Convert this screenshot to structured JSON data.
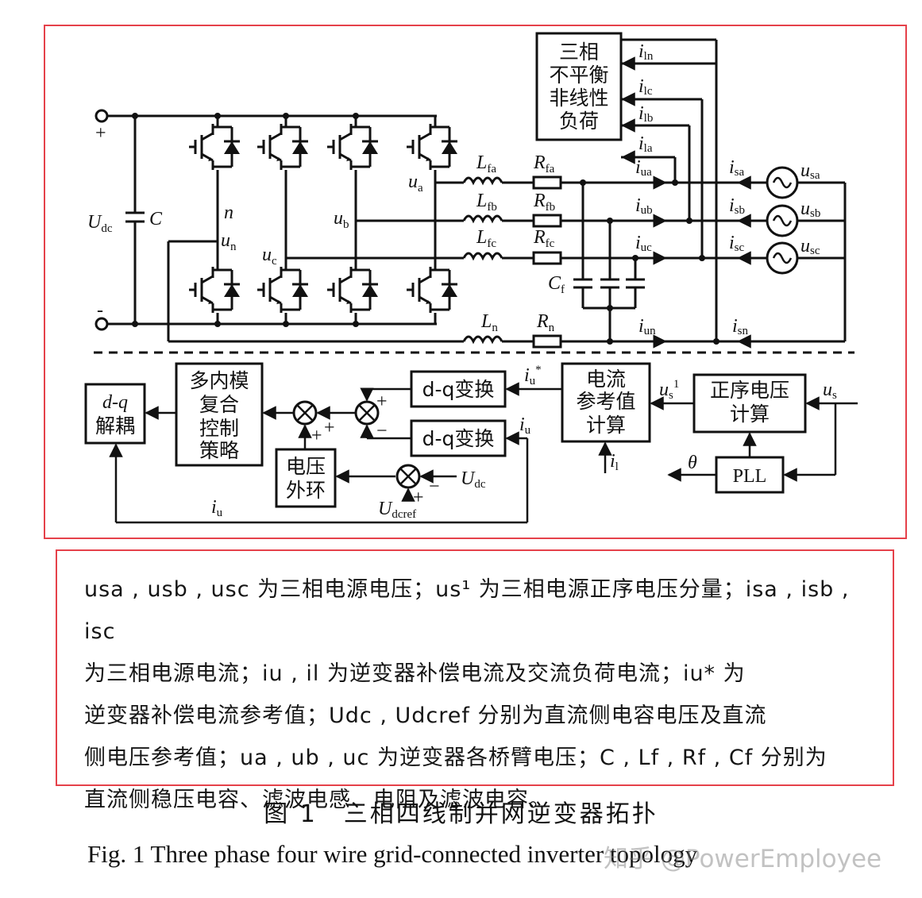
{
  "colors": {
    "frame": "#e5414a",
    "line": "#111111"
  },
  "circuit": {
    "plus": "+",
    "minus": "-",
    "udc_main": "U",
    "udc_sub": "dc",
    "cap_c": "C",
    "node_n": "n",
    "un_main": "u",
    "un_sub": "n",
    "ua_main": "u",
    "ua_sub": "a",
    "ub_main": "u",
    "ub_sub": "b",
    "uc_main": "u",
    "uc_sub": "c",
    "lfa_main": "L",
    "lfa_sub": "fa",
    "lfb_main": "L",
    "lfb_sub": "fb",
    "lfc_main": "L",
    "lfc_sub": "fc",
    "ln_main": "L",
    "ln_sub": "n",
    "rfa_main": "R",
    "rfa_sub": "fa",
    "rfb_main": "R",
    "rfb_sub": "fb",
    "rfc_main": "R",
    "rfc_sub": "fc",
    "rn_main": "R",
    "rn_sub": "n",
    "cf_main": "C",
    "cf_sub": "f",
    "iua_main": "i",
    "iua_sub": "ua",
    "iub_main": "i",
    "iub_sub": "ub",
    "iuc_main": "i",
    "iuc_sub": "uc",
    "iun_main": "i",
    "iun_sub": "un",
    "isa_main": "i",
    "isa_sub": "sa",
    "isb_main": "i",
    "isb_sub": "sb",
    "isc_main": "i",
    "isc_sub": "sc",
    "isn_main": "i",
    "isn_sub": "sn",
    "usa_main": "u",
    "usa_sub": "sa",
    "usb_main": "u",
    "usb_sub": "sb",
    "usc_main": "u",
    "usc_sub": "sc",
    "iln_main": "i",
    "iln_sub": "ln",
    "ilc_main": "i",
    "ilc_sub": "lc",
    "ilb_main": "i",
    "ilb_sub": "lb",
    "ila_main": "i",
    "ila_sub": "la",
    "load_line1": "三相",
    "load_line2": "不平衡",
    "load_line3": "非线性",
    "load_line4": "负荷"
  },
  "control": {
    "dq_decouple_1": "d-q",
    "dq_decouple_2": "解耦",
    "multi_1": "多内模",
    "multi_2": "复合",
    "multi_3": "控制",
    "multi_4": "策略",
    "dq_transform_1": "d-q变换",
    "dq_transform_2": "d-q变换",
    "current_ref_1": "电流",
    "current_ref_2": "参考值",
    "current_ref_3": "计算",
    "pos_seq_1": "正序电压",
    "pos_seq_2": "计算",
    "pll": "PLL",
    "voltage_loop_1": "电压",
    "voltage_loop_2": "外环",
    "iu_star_main": "i",
    "iu_star_sub": "u",
    "iu_star_sup": "*",
    "iu_main": "i",
    "iu_sub": "u",
    "us1_main": "u",
    "us1_sub": "s",
    "us1_sup": "1",
    "us_main": "u",
    "us_sub": "s",
    "il_main": "i",
    "il_sub": "l",
    "theta": "θ",
    "udc_main": "U",
    "udc_sub": "dc",
    "udcref_main": "U",
    "udcref_sub": "dcref",
    "iu_fb_main": "i",
    "iu_fb_sub": "u",
    "sign_plus": "+",
    "sign_minus": "−"
  },
  "legend": {
    "line1": "usa , usb , usc 为三相电源电压；us¹ 为三相电源正序电压分量；isa , isb , isc",
    "line2": "为三相电源电流；iu , il 为逆变器补偿电流及交流负荷电流；iu* 为",
    "line3": "逆变器补偿电流参考值；Udc , Udcref 分别为直流侧电容电压及直流",
    "line4": "侧电压参考值；ua , ub , uc 为逆变器各桥臂电压；C , Lf , Rf , Cf 分别为",
    "line5": "直流侧稳压电容、滤波电感、电阻及滤波电容。"
  },
  "caption": {
    "cn": "图 1　三相四线制并网逆变器拓扑",
    "en": "Fig. 1 Three phase four wire grid-connected inverter topology",
    "watermark": "知乎 @PowerEmployee"
  }
}
